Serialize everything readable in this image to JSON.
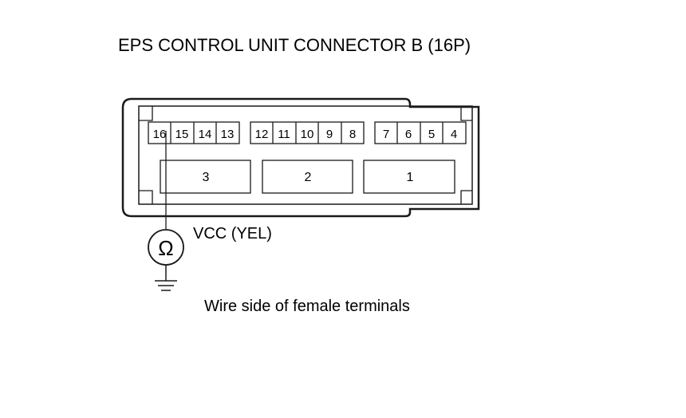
{
  "title": "EPS CONTROL UNIT CONNECTOR B (16P)",
  "pins_small": [
    "16",
    "15",
    "14",
    "13",
    "12",
    "11",
    "10",
    "9",
    "8",
    "7",
    "6",
    "5",
    "4"
  ],
  "pins_large": [
    "3",
    "2",
    "1"
  ],
  "probe_label": "VCC (YEL)",
  "meter_symbol": "Ω",
  "caption": "Wire side of female terminals"
}
